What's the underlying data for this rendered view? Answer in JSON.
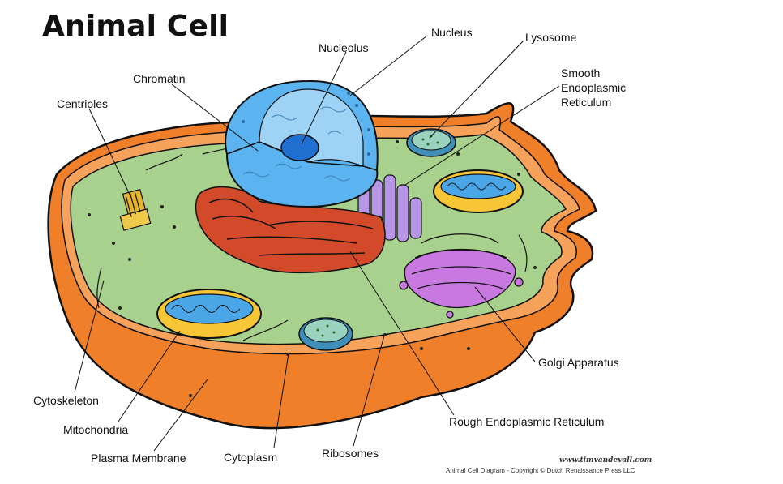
{
  "title": "Animal Cell",
  "labels": {
    "nucleolus": "Nucleolus",
    "nucleus": "Nucleus",
    "lysosome": "Lysosome",
    "smooth_er": [
      "Smooth",
      "Endoplasmic",
      "Reticulum"
    ],
    "chromatin": "Chromatin",
    "centrioles": "Centrioles",
    "golgi": "Golgi Apparatus",
    "cytoskeleton": "Cytoskeleton",
    "mitochondria": "Mitochondria",
    "plasma_membrane": "Plasma Membrane",
    "cytoplasm": "Cytoplasm",
    "ribosomes": "Ribosomes",
    "rough_er": "Rough Endoplasmic Reticulum"
  },
  "credit": {
    "url": "www.timvandevall.com",
    "copyright": "Animal Cell Diagram - Copyright © Dutch Renaissance Press LLC"
  },
  "colors": {
    "membrane": "#f07f2a",
    "cytoplasm": "#a9d18e",
    "nucleus": "#5bb4ef",
    "nucleolus": "#1f6fd0",
    "rough_er": "#d24a2a",
    "golgi": "#c879e0",
    "smooth_er": "#b597e6",
    "mitochondria_outer": "#f7c637",
    "mitochondria_inner": "#4aa6e6",
    "centriole": "#e6b42c"
  }
}
